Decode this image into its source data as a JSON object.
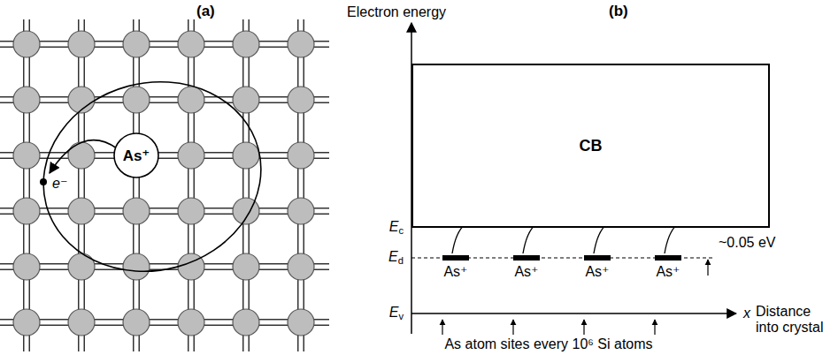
{
  "diagram": {
    "nodes": [
      {
        "text": [
          "As⁺"
        ]
      },
      {
        "text": [
          "CB"
        ]
      }
    ],
    "labels": [
      "(a)",
      "(b)",
      "e⁻",
      "Electron energy",
      "Ec",
      "Ed",
      "Ev",
      "~0.05 eV",
      "As⁺",
      "As⁺",
      "As⁺",
      "As⁺",
      "x",
      "Distance into crystal",
      "As atom sites every 10⁶ Si atoms"
    ]
  }
}
